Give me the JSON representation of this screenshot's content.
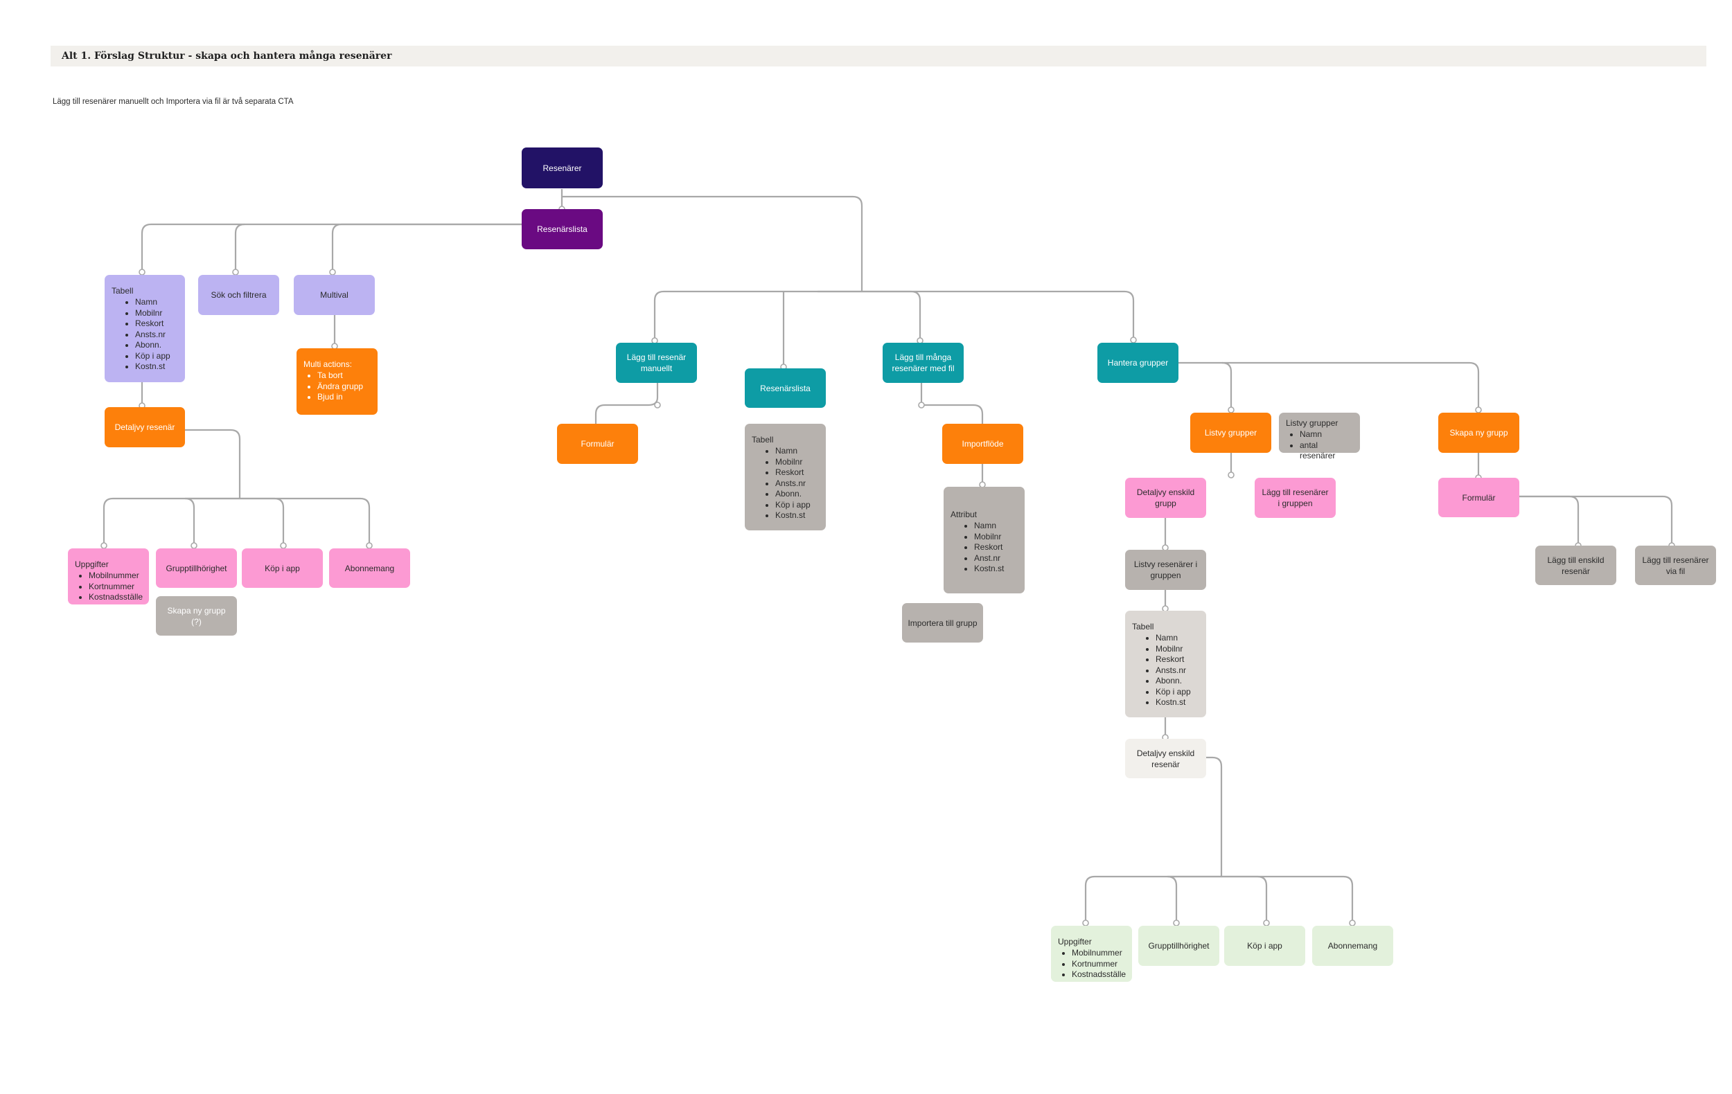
{
  "header": {
    "title": "Alt 1. Förslag Struktur -  skapa och hantera många resenärer",
    "note": "Lägg till resenärer manuellt och Importera via fil är två separata CTA"
  },
  "nodes": {
    "resenarer": "Resenärer",
    "resenarslista": "Resenärslista",
    "tabell_left": {
      "title": "Tabell",
      "items": [
        "Namn",
        "Mobilnr",
        "Reskort",
        "Ansts.nr",
        "Abonn.",
        "Köp i app",
        "Kostn.st"
      ]
    },
    "sok_filtrera": "Sök och filtrera",
    "multival": "Multival",
    "multi_actions": {
      "title": "Multi actions:",
      "items": [
        "Ta bort",
        "Ändra grupp",
        "Bjud in"
      ]
    },
    "detaljvy_resenar": "Detaljvy resenär",
    "uppgifter_left": {
      "title": "Uppgifter",
      "items": [
        "Mobilnummer",
        "Kortnummer",
        "Kostnadsställe"
      ]
    },
    "grupptillhorighet_left": "Grupptillhörighet",
    "kop_i_app_left": "Köp i app",
    "abonnemang_left": "Abonnemang",
    "skapa_ny_grupp_q": "Skapa ny grupp (?)",
    "lagg_till_manuellt": "Lägg till resenär manuellt",
    "formular_mid": "Formulär",
    "resenarslista_mid": "Resenärslista",
    "tabell_mid": {
      "title": "Tabell",
      "items": [
        "Namn",
        "Mobilnr",
        "Reskort",
        "Ansts.nr",
        "Abonn.",
        "Köp i app",
        "Kostn.st"
      ]
    },
    "lagg_till_fil": "Lägg till många resenärer med fil",
    "importflode": "Importflöde",
    "attribut": {
      "title": "Attribut",
      "items": [
        "Namn",
        "Mobilnr",
        "Reskort",
        "Anst.nr",
        "Kostn.st"
      ]
    },
    "importera_grupp": "Importera till grupp",
    "hantera_grupper": "Hantera grupper",
    "listvy_grupper": "Listvy grupper",
    "listvy_grupper_info": {
      "title": "Listvy grupper",
      "items": [
        "Namn",
        "antal resenärer"
      ]
    },
    "detaljvy_grupp": "Detaljvy enskild grupp",
    "lagg_till_i_gruppen": "Lägg till resenärer i gruppen",
    "listvy_resenarer": "Listvy resenärer i gruppen",
    "tabell_right": {
      "title": "Tabell",
      "items": [
        "Namn",
        "Mobilnr",
        "Reskort",
        "Ansts.nr",
        "Abonn.",
        "Köp i app",
        "Kostn.st"
      ]
    },
    "detaljvy_enskild": "Detaljvy enskild resenär",
    "skapa_ny_grupp": "Skapa ny grupp",
    "formular_right": "Formulär",
    "lagg_till_enskild": "Lägg till enskild resenär",
    "lagg_till_via_fil": "Lägg till resenärer via fil",
    "uppgifter_bottom": {
      "title": "Uppgifter",
      "items": [
        "Mobilnummer",
        "Kortnummer",
        "Kostnadsställe"
      ]
    },
    "grupptillhorighet_bottom": "Grupptillhörighet",
    "kop_i_app_bottom": "Köp i app",
    "abonnemang_bottom": "Abonnemang"
  },
  "colors": {
    "navy": "#221266",
    "purple": "#6a0a82",
    "lavender": "#bcb3f2",
    "orange": "#fd800b",
    "pink": "#fc9ad3",
    "teal": "#0e9ca5",
    "gray": "#b7b2ae",
    "light_gray": "#dcd8d4",
    "cream": "#f2f0ec",
    "mint": "#e3f1dc",
    "connector": "#a8a8a8"
  }
}
